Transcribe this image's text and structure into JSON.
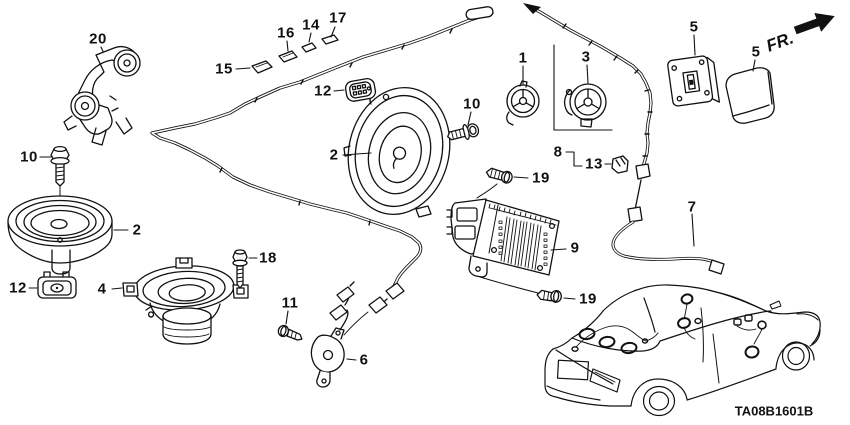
{
  "diagram": {
    "code": "TA08B1601B",
    "direction": "FR.",
    "ink_color": "#111111",
    "background_color": "#ffffff",
    "callouts": [
      {
        "text": "20"
      },
      {
        "text": "10"
      },
      {
        "text": "15"
      },
      {
        "text": "16"
      },
      {
        "text": "14"
      },
      {
        "text": "17"
      },
      {
        "text": "12"
      },
      {
        "text": "2"
      },
      {
        "text": "10"
      },
      {
        "text": "1"
      },
      {
        "text": "3"
      },
      {
        "text": "5"
      },
      {
        "text": "5"
      },
      {
        "text": "8"
      },
      {
        "text": "13"
      },
      {
        "text": "19"
      },
      {
        "text": "9"
      },
      {
        "text": "19"
      },
      {
        "text": "2"
      },
      {
        "text": "12"
      },
      {
        "text": "4"
      },
      {
        "text": "18"
      },
      {
        "text": "11"
      },
      {
        "text": "6"
      },
      {
        "text": "7"
      }
    ]
  }
}
